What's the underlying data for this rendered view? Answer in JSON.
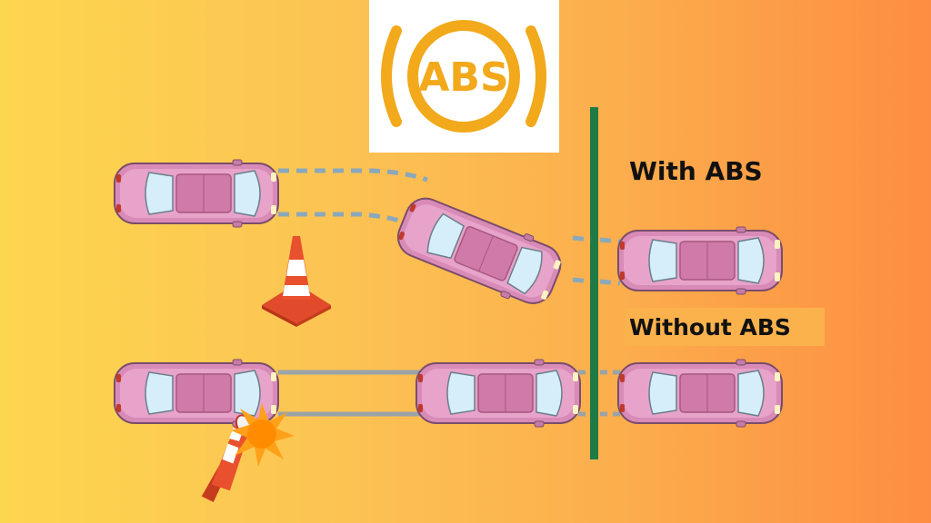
{
  "logo": {
    "text": "ABS",
    "color": "#f2a91b",
    "icon": "abs-warning-icon"
  },
  "labels": {
    "with_abs": "With ABS",
    "without_abs": "Without ABS"
  },
  "colors": {
    "car_body": "#d68ab5",
    "car_glass": "#cfeaf7",
    "barrier": "#1f7a45",
    "path_dashed": "#8ea7b6",
    "path_solid": "#9aa3a8",
    "cone": "#e2452a",
    "impact": "#ff9800"
  },
  "icons": [
    "car-icon",
    "traffic-cone-icon",
    "impact-burst-icon",
    "barrier-line-icon"
  ]
}
